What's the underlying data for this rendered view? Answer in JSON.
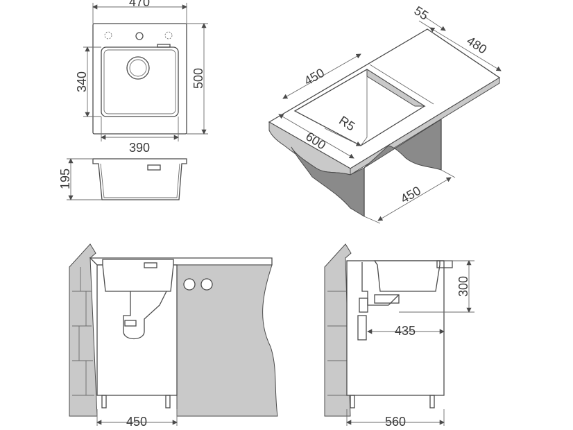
{
  "top_view": {
    "width": "470",
    "height": "500",
    "bowl_width": "390",
    "bowl_height": "340"
  },
  "side_view": {
    "depth": "195"
  },
  "iso_view": {
    "edge": "55",
    "width": "480",
    "bowl_length": "450",
    "radius": "R5",
    "total_length": "600",
    "cabinet": "450"
  },
  "front_install": {
    "cabinet_width": "450"
  },
  "side_install": {
    "depth": "300",
    "drain_offset": "435",
    "cabinet_depth": "560"
  },
  "colors": {
    "line": "#4a4a4a",
    "fill_gray": "#8a8a8a",
    "fill_light": "#c9c9c9"
  }
}
